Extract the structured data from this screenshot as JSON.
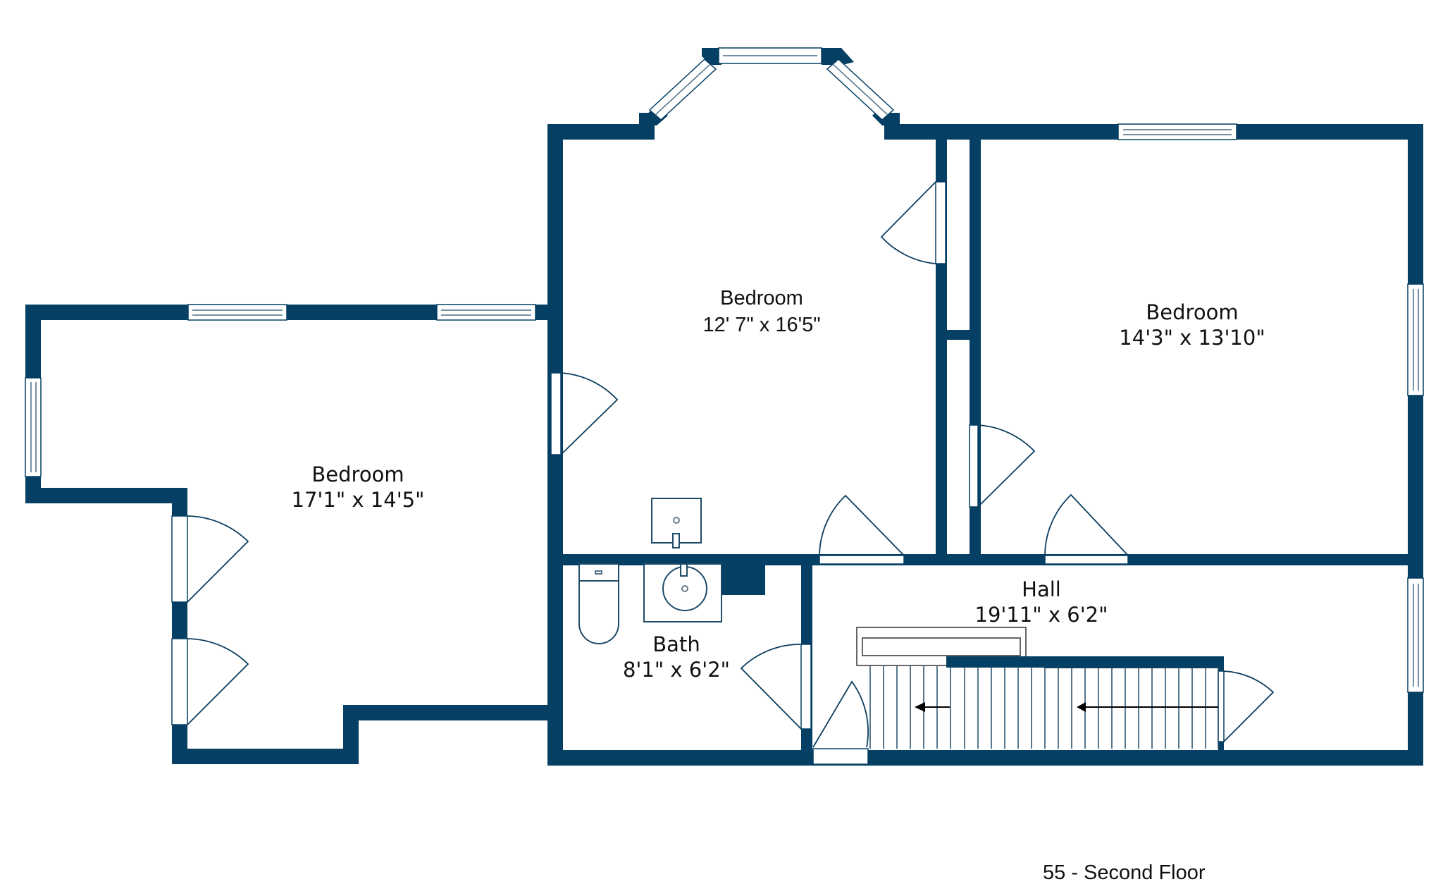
{
  "floor_plan": {
    "caption": "55 - Second Floor",
    "wall_color": "#053f63",
    "rooms": [
      {
        "name": "Bedroom",
        "dimensions": "17'1\" x 14'5\""
      },
      {
        "name": "Bedroom",
        "dimensions": "12' 7\" x 16'5\""
      },
      {
        "name": "Bedroom",
        "dimensions": "14'3\" x 13'10\""
      },
      {
        "name": "Bath",
        "dimensions": "8'1\" x 6'2\""
      },
      {
        "name": "Hall",
        "dimensions": "19'11\" x 6'2\""
      }
    ],
    "icons": [
      "door-swing-icon",
      "window-icon",
      "toilet-icon",
      "sink-icon",
      "stairs-icon",
      "stair-arrow-icon"
    ]
  }
}
